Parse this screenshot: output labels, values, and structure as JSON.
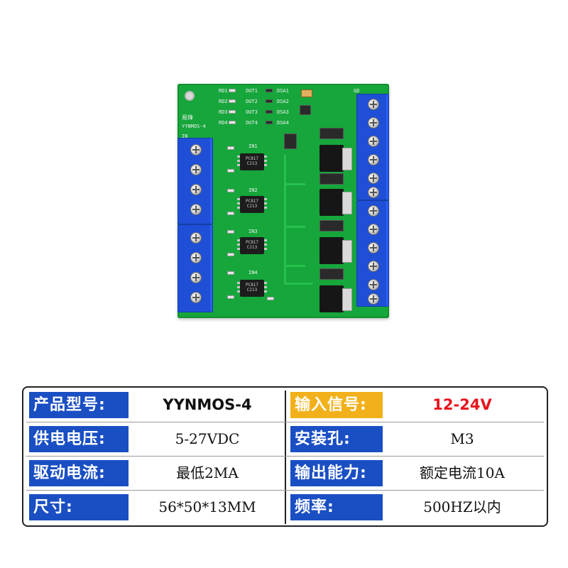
{
  "board": {
    "brand": "易烽",
    "model": "YYNMOS-4",
    "out_labels": [
      "OUT1",
      "OUT2",
      "OUT3",
      "OUT4"
    ],
    "ds_labels": [
      "DSA1",
      "DSA2",
      "DSA3",
      "DSA4"
    ],
    "rd_labels": [
      "RD1",
      "RD2",
      "RD3",
      "RD4"
    ],
    "in_labels": [
      "IN1",
      "IN2",
      "IN3",
      "IN4"
    ],
    "chip_text": "PC817\nC213",
    "gd_label": "GD",
    "in_edge_label": "IN"
  },
  "specs": {
    "r1": {
      "l_label": "产品型号:",
      "l_value": "YYNMOS-4",
      "r_label": "输入信号:",
      "r_value": "12-24V"
    },
    "r2": {
      "l_label": "供电电压:",
      "l_value": "5-27VDC",
      "r_label": "安装孔:",
      "r_value": "M3"
    },
    "r3": {
      "l_label": "驱动电流:",
      "l_value": "最低2MA",
      "r_label": "输出能力:",
      "r_value": "额定电流10A"
    },
    "r4": {
      "l_label": "尺寸:",
      "l_value": "56*50*13MM",
      "r_label": "频率:",
      "r_value": "500HZ以内"
    }
  },
  "colors": {
    "pcb_green": "#16a63b",
    "terminal_blue": "#1e4fd6",
    "label_blue": "#1a4fc4",
    "label_gold": "#f2b11a",
    "accent_red": "#e8141c"
  }
}
